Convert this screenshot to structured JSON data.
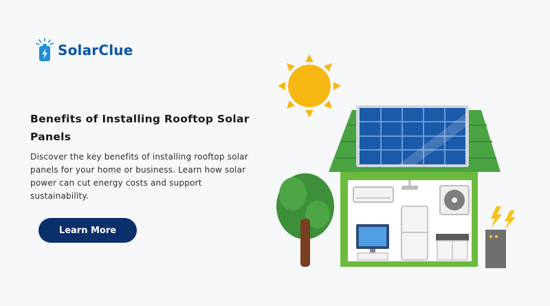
{
  "brand": {
    "name": "SolarClue",
    "icon": "battery-bolt-icon",
    "color": "#0a56a8"
  },
  "hero": {
    "title": "Benefits of Installing Rooftop Solar Panels",
    "description": "Discover the key benefits of installing rooftop solar panels for your home or business. Learn how solar power can cut energy costs and support sustainability.",
    "cta_label": "Learn More",
    "cta_color": "#0b2f6b"
  },
  "illustration": {
    "elements": [
      "sun-icon",
      "solar-house-illustration",
      "tree-icon",
      "lightning-icon",
      "home-battery-icon"
    ],
    "colors": {
      "sun": "#f7b813",
      "roof": "#4aa342",
      "panel": "#1b5aa8",
      "trunk": "#7a3e22",
      "tree": "#3e8f3a"
    }
  }
}
